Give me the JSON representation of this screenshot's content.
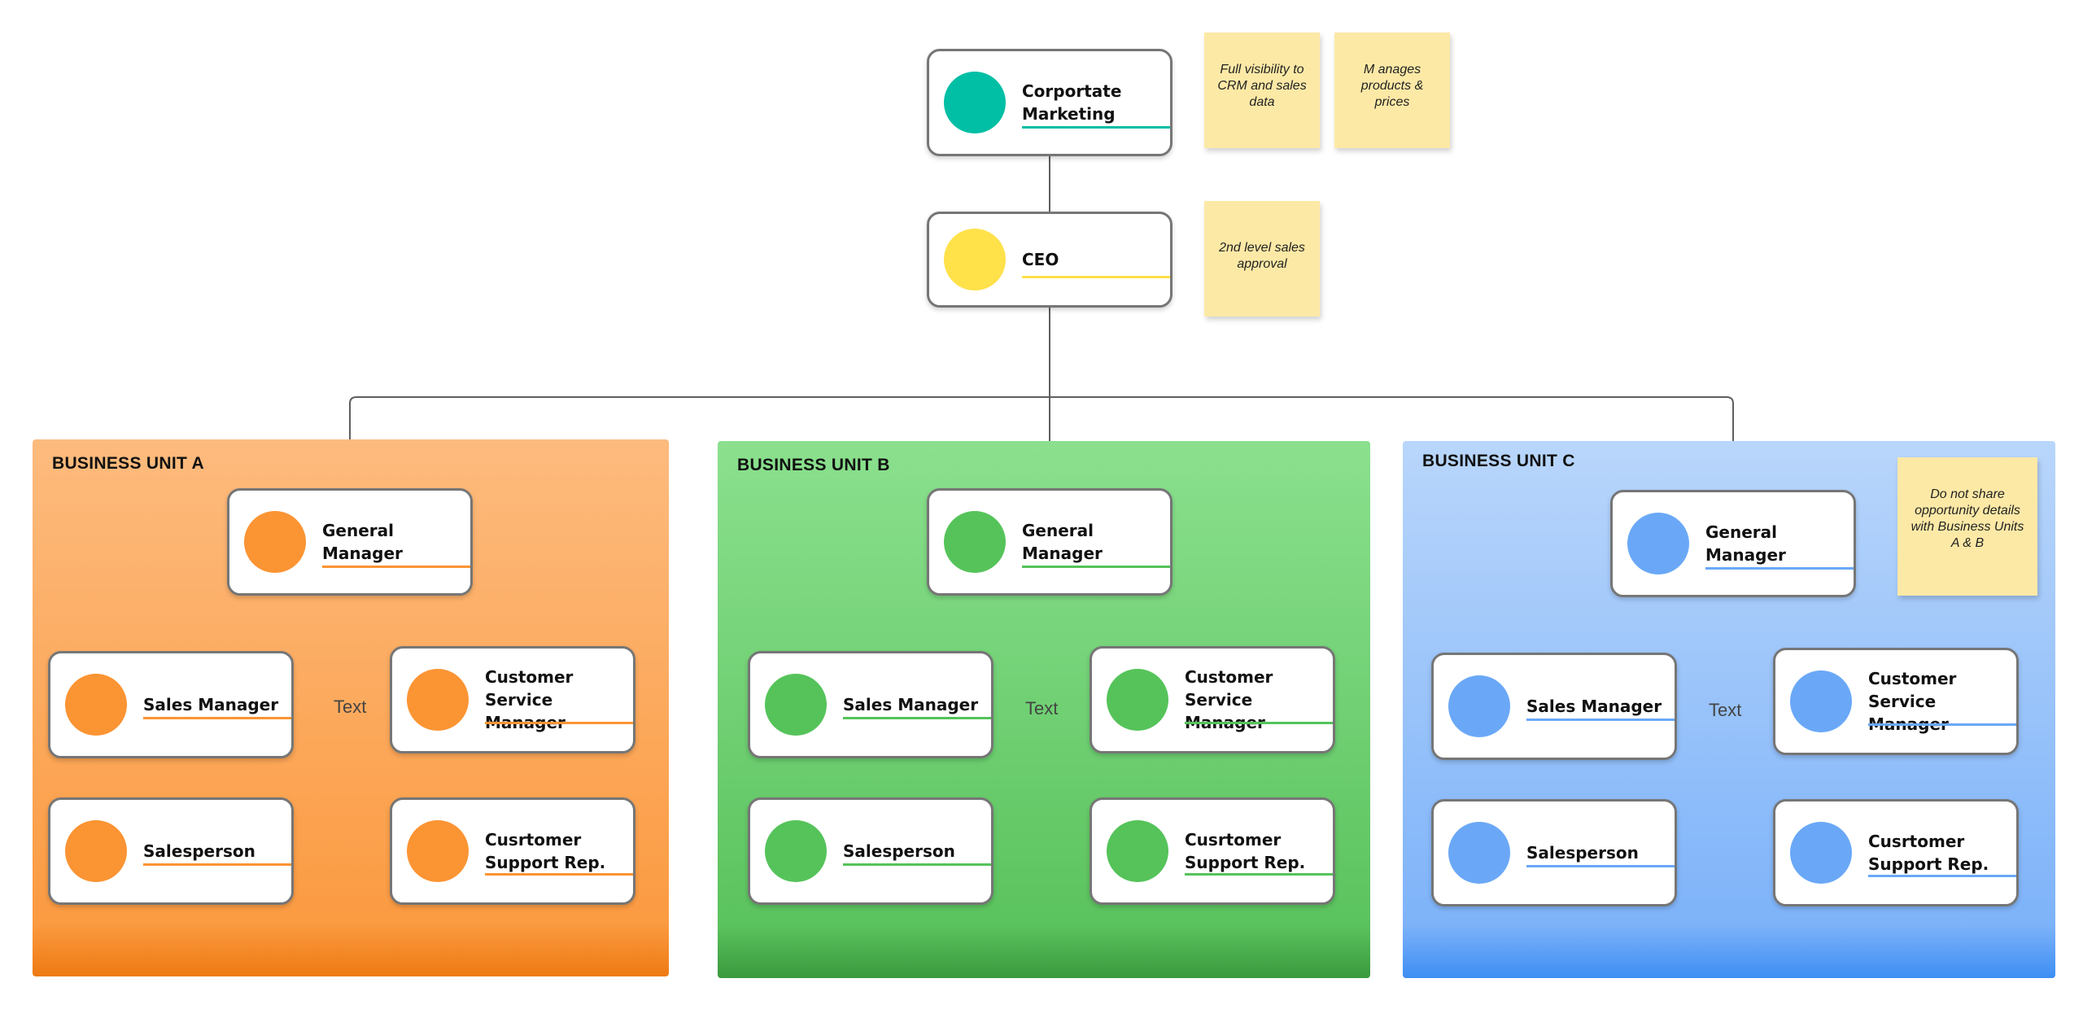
{
  "colors": {
    "marketing": "#00bfa5",
    "ceo": "#ffe14a",
    "unit_a": "#fb9433",
    "unit_b": "#55c35a",
    "unit_c": "#6aa8f7",
    "connector": "#5f5f5f",
    "note": "#fde9a6"
  },
  "top": {
    "marketing": "Corportate Marketing",
    "ceo": "CEO"
  },
  "notes": {
    "marketing_1": "Full visibility to CRM and sales data",
    "marketing_2": "M anages products & prices",
    "ceo": "2nd level sales approval",
    "unit_c": "Do not share opportunity details with Business Units A & B"
  },
  "units": [
    {
      "title": "BUSINESS UNIT A",
      "general_manager": "General Manager",
      "sales_manager": "Sales Manager",
      "customer_service_manager": "Customer Service Manager",
      "salesperson": "Salesperson",
      "support_rep": "Cusrtomer Support Rep.",
      "mid_text": "Text"
    },
    {
      "title": "BUSINESS UNIT B",
      "general_manager": "General Manager",
      "sales_manager": "Sales Manager",
      "customer_service_manager": "Customer Service Manager",
      "salesperson": "Salesperson",
      "support_rep": "Cusrtomer Support Rep.",
      "mid_text": "Text"
    },
    {
      "title": "BUSINESS UNIT C",
      "general_manager": "General Manager",
      "sales_manager": "Sales Manager",
      "customer_service_manager": "Customer Service Manager",
      "salesperson": "Salesperson",
      "support_rep": "Cusrtomer Support Rep.",
      "mid_text": "Text"
    }
  ]
}
